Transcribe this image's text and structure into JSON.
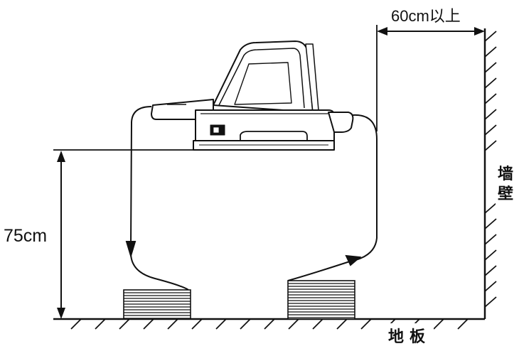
{
  "labels": {
    "height": "75cm",
    "clearance": "60cm以上",
    "wall": "墙壁",
    "floor": "地板"
  },
  "colors": {
    "ink": "#111111",
    "background": "#ffffff"
  },
  "icons": [
    "printer-icon",
    "paper-stack-icon",
    "arrow-head-icon"
  ]
}
